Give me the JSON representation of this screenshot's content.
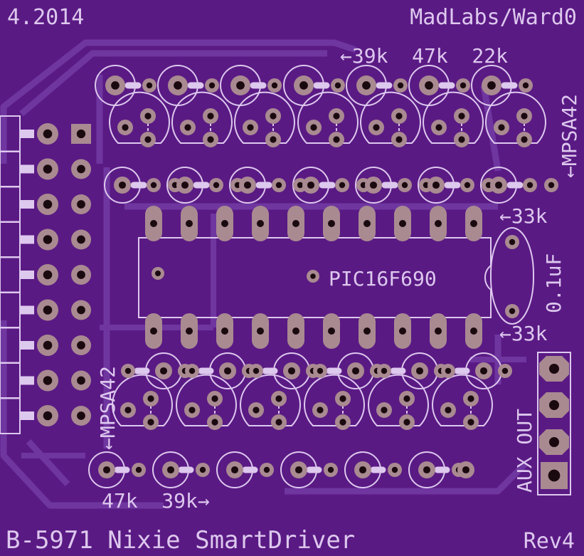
{
  "labels": {
    "date": "4.2014",
    "author": "MadLabs/Ward0",
    "res_top": "←39k  47k  22k",
    "mpsa_top": "←MPSA42",
    "r33_top": "←33k",
    "r33_bot": "←33k",
    "chip": "PIC16F690",
    "cap": "0.1uF",
    "mpsa_bot": "←MPSA42",
    "res_bot": "47k  39k→",
    "aux": "AUX OUT",
    "title": "B-5971 Nixie SmartDriver",
    "rev": "Rev4"
  },
  "colors": {
    "board": "#5a1a84",
    "trace": "#6f36a0",
    "silk": "#ddc8ee",
    "pad": "#a98a91",
    "hole": "#1a0a10"
  }
}
